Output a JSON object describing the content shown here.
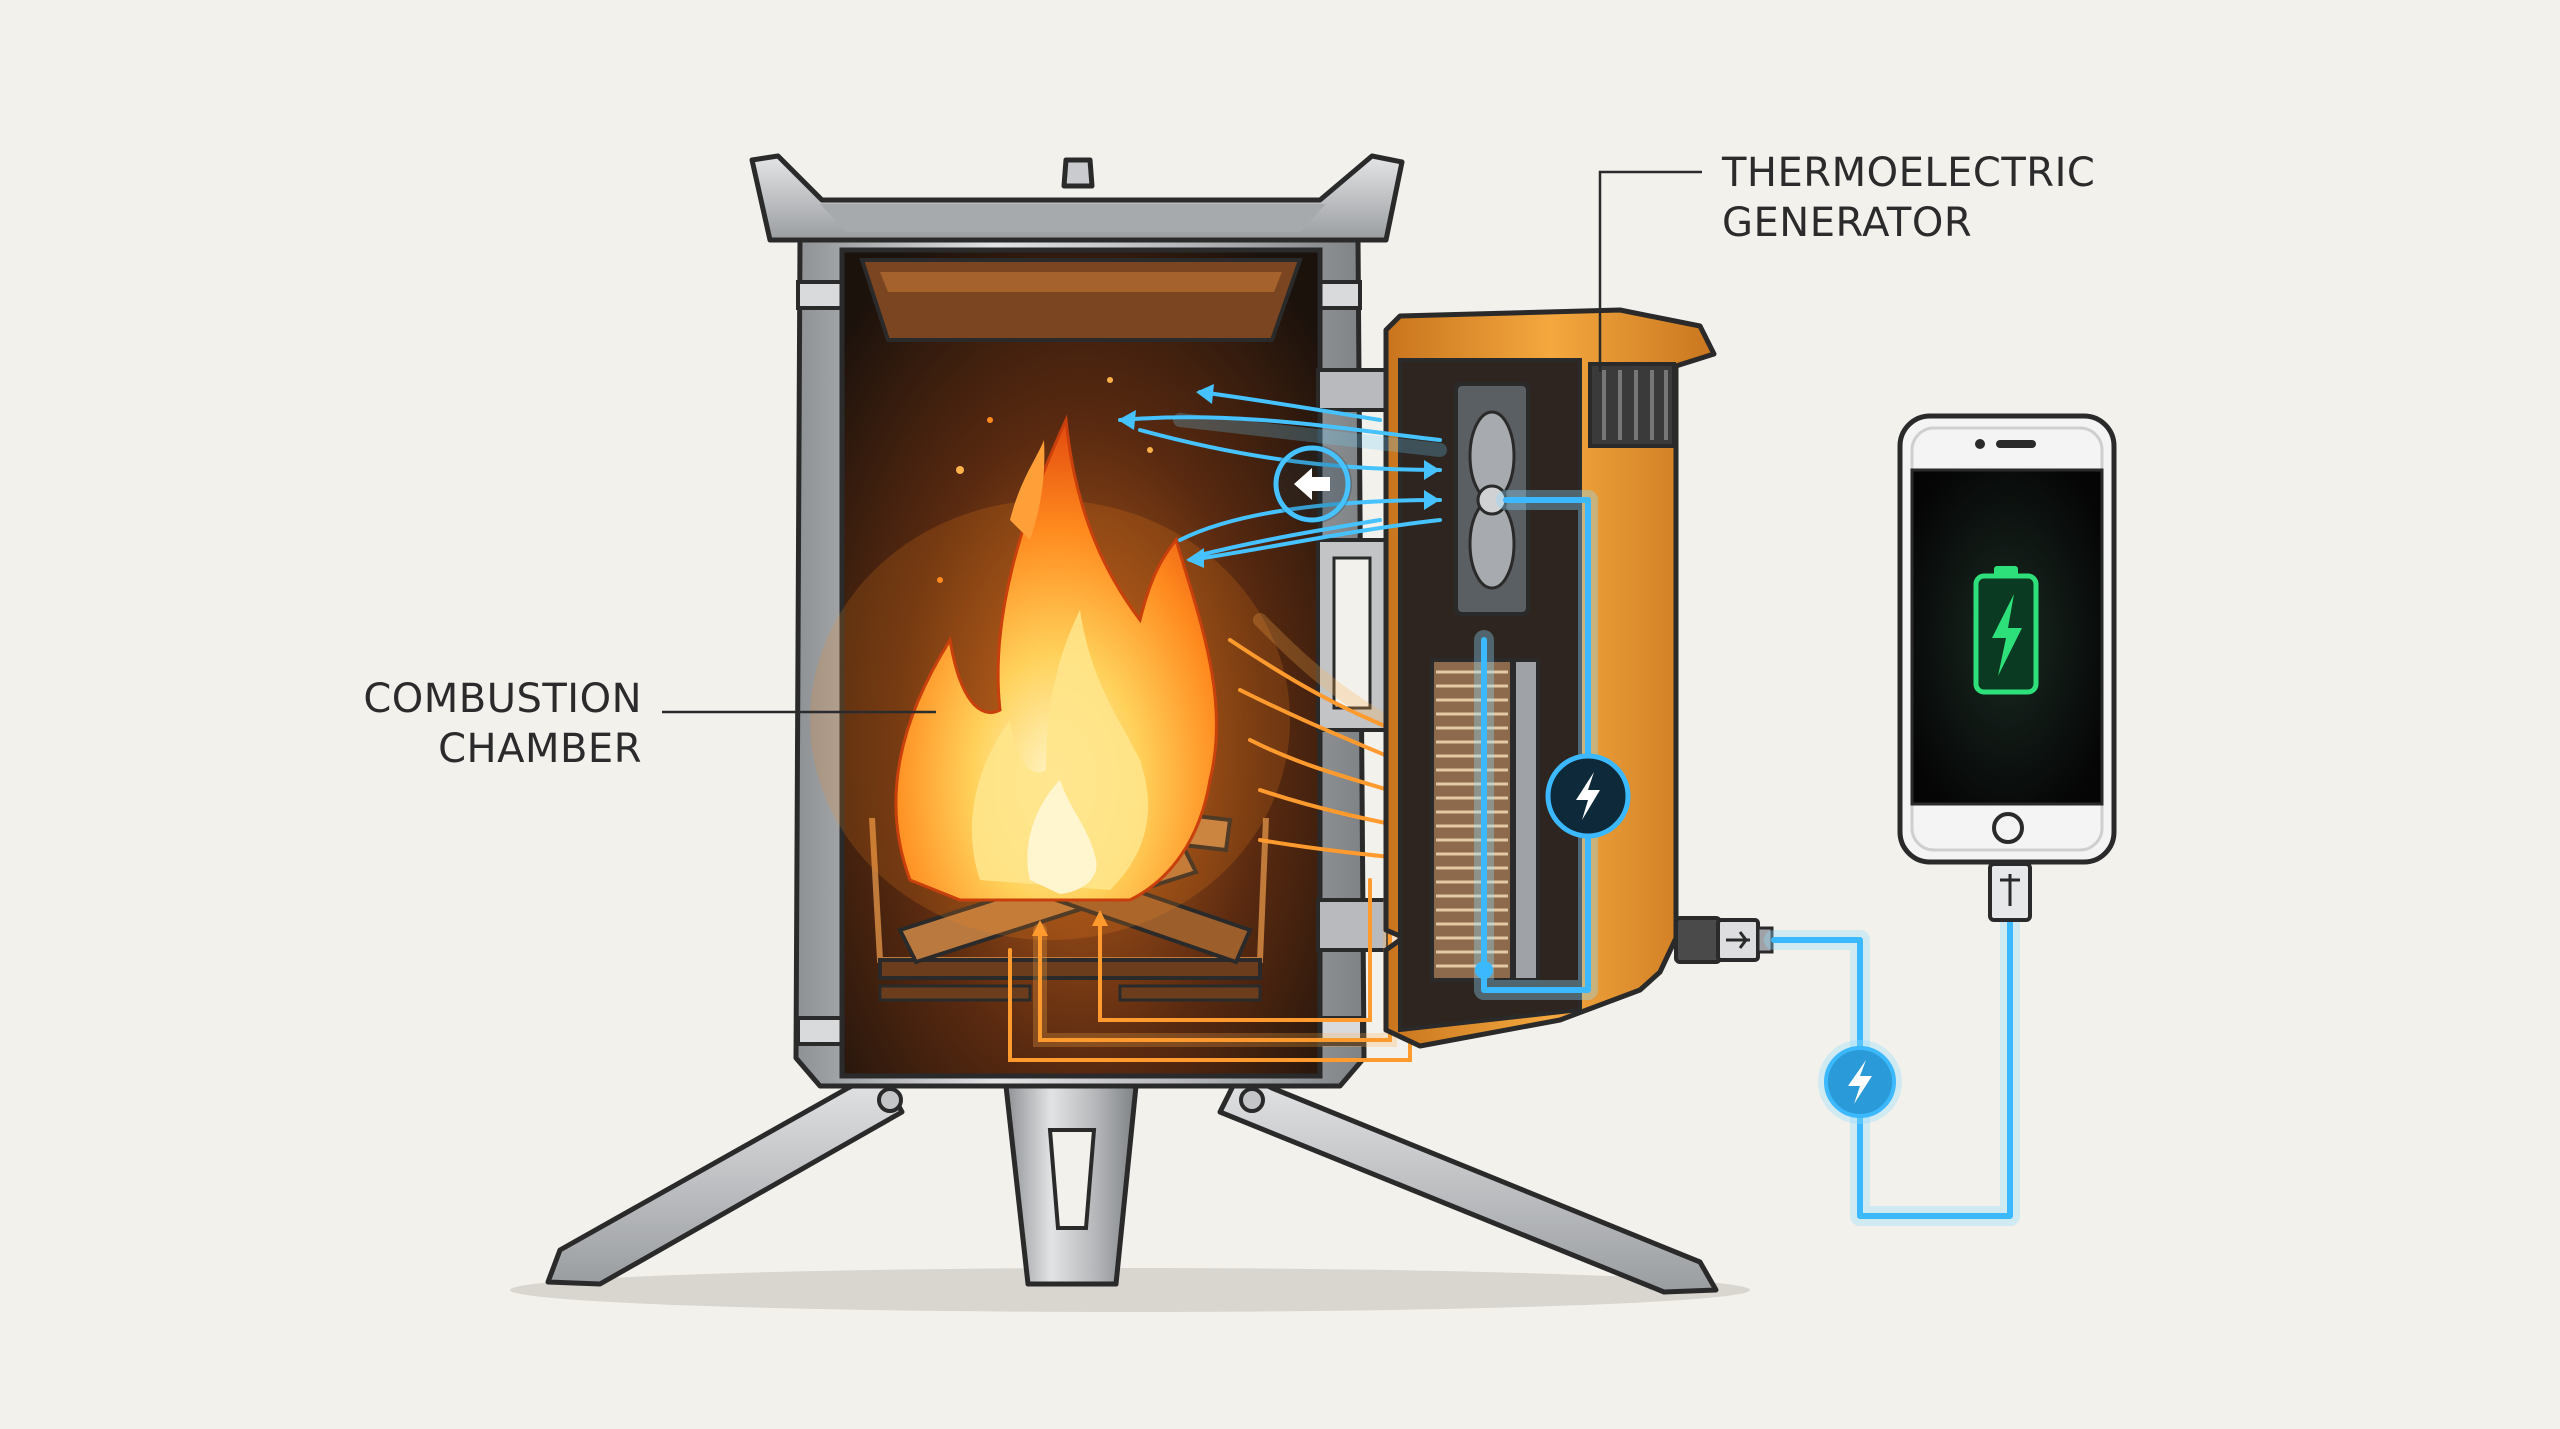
{
  "labels": {
    "thermoelectric_line1": "THERMOELECTRIC",
    "thermoelectric_line2": "GENERATOR",
    "combustion_line1": "COMBUSTION",
    "combustion_line2": "CHAMBER"
  },
  "colors": {
    "background": "#f3f1ec",
    "steel": "#b9bbbe",
    "generator_orange": "#f0a23a",
    "flame": "#ff9b2e",
    "energy_blue": "#3cb8ff",
    "battery_green": "#2ee07a"
  },
  "icons": [
    "fan-icon",
    "arrow-left-icon",
    "lightning-bolt-icon",
    "usb-plug-icon",
    "battery-charging-icon",
    "smartphone-icon"
  ]
}
